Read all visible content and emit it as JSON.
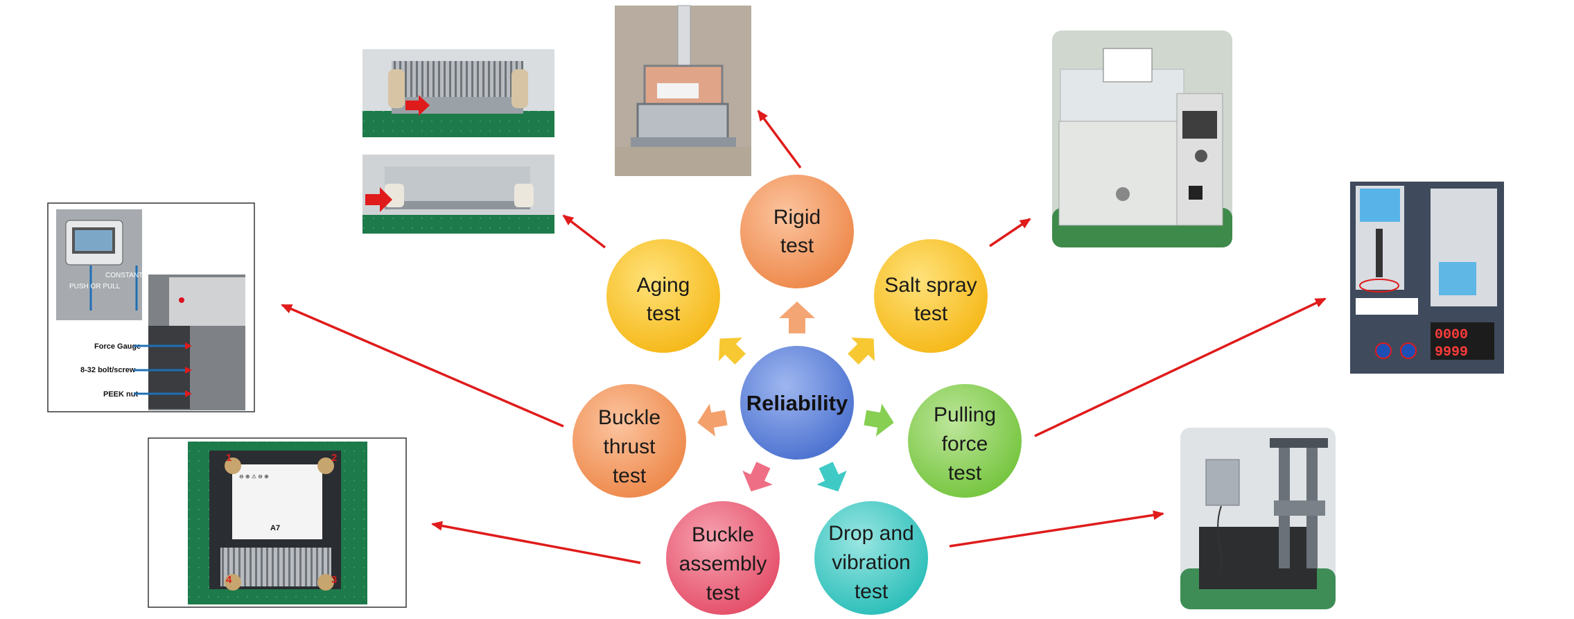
{
  "center": {
    "label": "Reliability"
  },
  "tests": {
    "rigid": [
      "Rigid",
      "test"
    ],
    "aging": [
      "Aging",
      "test"
    ],
    "salt_spray": [
      "Salt spray",
      "test"
    ],
    "buckle_thrust": [
      "Buckle",
      "thrust",
      "test"
    ],
    "pulling_force": [
      "Pulling",
      "force",
      "test"
    ],
    "buckle_assembly": [
      "Buckle",
      "assembly",
      "test"
    ],
    "drop_vibration": [
      "Drop and",
      "vibration",
      "test"
    ]
  },
  "photo_labels": {
    "thrust_fixture": {
      "push_pull": "PUSH OR PULL",
      "constant": "CONSTANT",
      "force_gauge": "Force Gauge",
      "bolt": "8-32 bolt/screw",
      "nut": "PEEK nut"
    },
    "assembly_label": {
      "code": "A7",
      "corners": [
        "1",
        "2",
        "3",
        "4"
      ]
    },
    "pull_tester_display": [
      "0000",
      "9999"
    ]
  },
  "colors": {
    "center": "#5b7fd6",
    "rigid": "#f0925a",
    "aging": "#f6bd22",
    "salt_spray": "#f6bd22",
    "buckle_thrust": "#f0925a",
    "pulling_force": "#7fc94a",
    "buckle_assembly": "#ea5a72",
    "drop_vibration": "#34c4c0",
    "arrow": "#e01b1b"
  },
  "icons": [
    "arrow-up-icon",
    "arrow-up-right-icon",
    "arrow-up-left-icon",
    "arrow-left-icon",
    "arrow-right-icon",
    "arrow-down-left-icon",
    "arrow-down-right-icon"
  ]
}
